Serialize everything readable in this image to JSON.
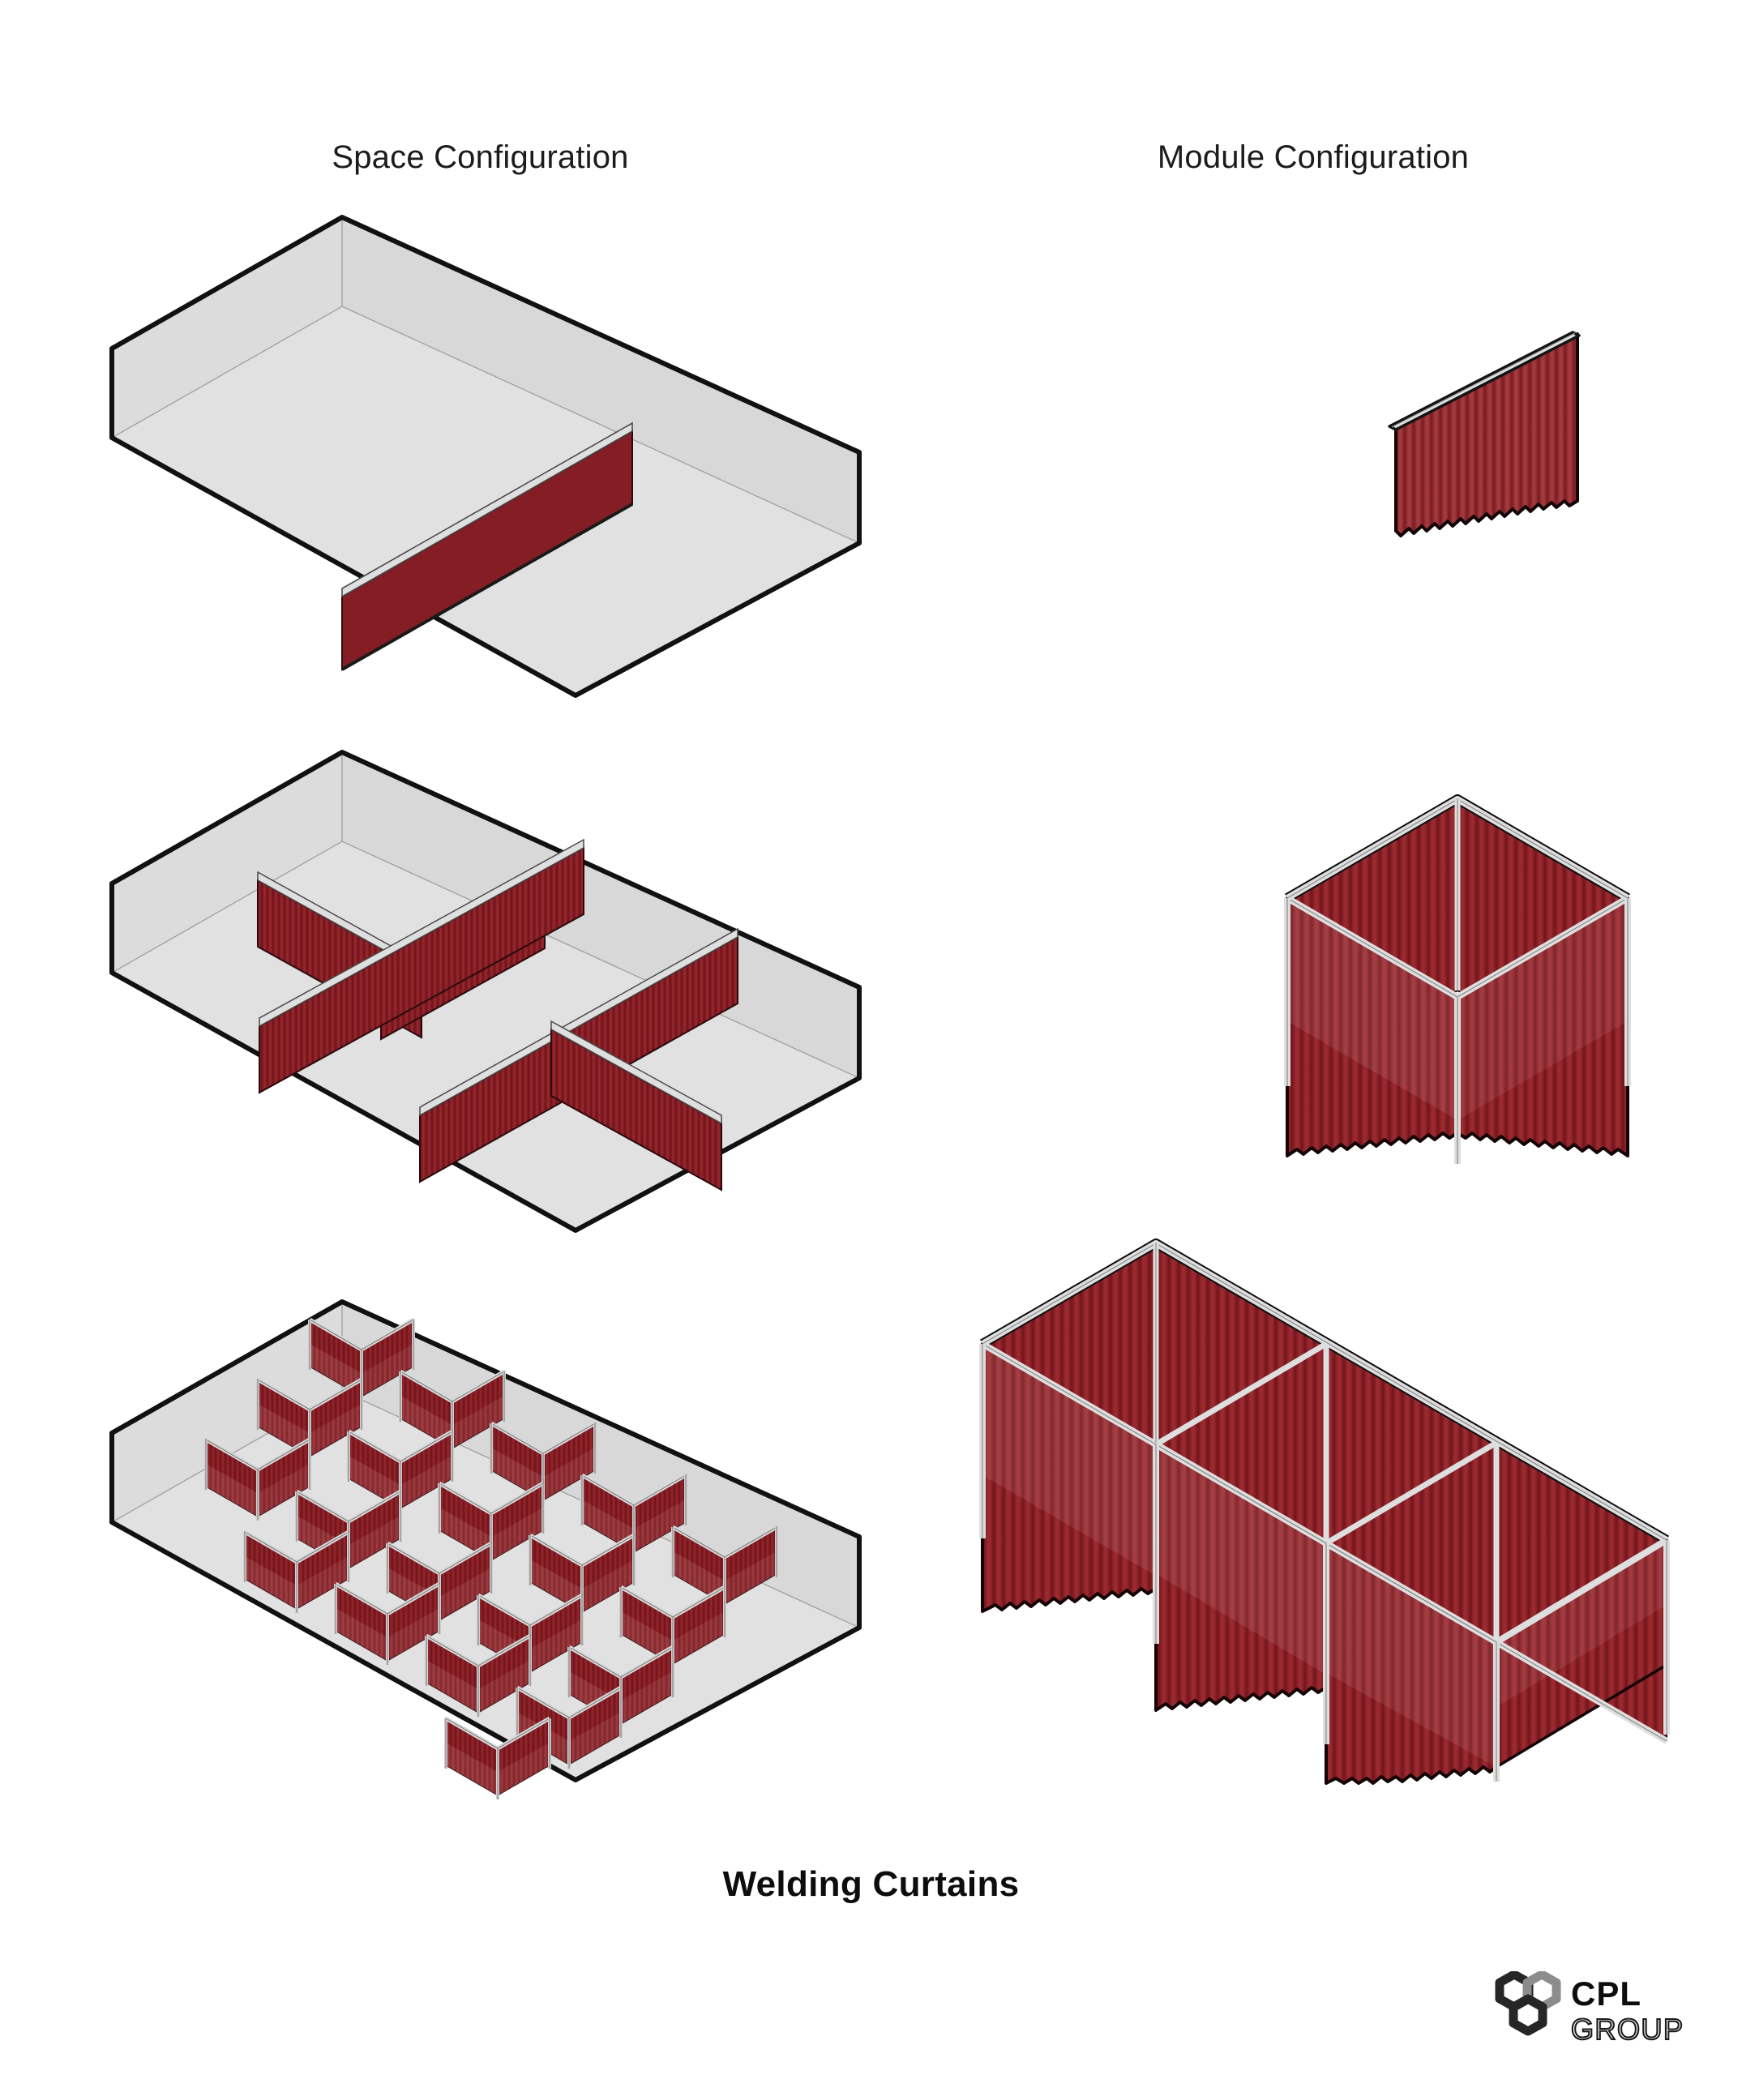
{
  "sheet": {
    "caption": "Welding Curtains",
    "background_color": "#FFFFFF"
  },
  "columns": [
    {
      "id": "space",
      "heading": "Space Configuration"
    },
    {
      "id": "module",
      "heading": "Module Configuration"
    }
  ],
  "palette": {
    "curtain_red": "#8E2026",
    "curtain_red_dark": "#6E1319",
    "curtain_red_light": "#A8494C",
    "curtain_red_inner": "#B05056",
    "frame_silver": "#D9D9D9",
    "frame_silver_dark": "#9A9A9A",
    "room_floor": "#E1E1E1",
    "room_wall": "#DCDCDC",
    "room_wall_shadow": "#D5D5D5",
    "outline_black": "#111111",
    "interior_line": "#9E9E9E",
    "text_color": "#1C1C1C"
  },
  "figures": [
    {
      "id": "space-1",
      "column": "space",
      "row": 1,
      "type": "room-isometric",
      "description": "Open room with a single straight run of welding curtain dividing the floor",
      "curtain_runs": 1,
      "modules": 0
    },
    {
      "id": "space-2",
      "column": "space",
      "row": 2,
      "type": "room-isometric",
      "description": "Open room with two crossing curtain runs forming an X partition layout",
      "curtain_runs": 4,
      "modules": 0
    },
    {
      "id": "space-3",
      "column": "space",
      "row": 3,
      "type": "room-isometric",
      "description": "Room filled with a dense grid of enclosed curtain booth modules",
      "curtain_runs": 0,
      "modules": 20
    },
    {
      "id": "module-1",
      "column": "module",
      "row": 1,
      "type": "module-isometric",
      "description": "Single welding curtain panel suspended from an overhead rail",
      "bays": 1,
      "walls": 1
    },
    {
      "id": "module-2",
      "column": "module",
      "row": 2,
      "type": "module-isometric",
      "description": "Single enclosed booth: four curtain walls on a free-standing frame",
      "bays": 1,
      "walls": 4
    },
    {
      "id": "module-3",
      "column": "module",
      "row": 3,
      "type": "module-isometric",
      "description": "Three-bay run of welding booths sharing a continuous frame",
      "bays": 3,
      "walls": 10
    }
  ],
  "logo": {
    "name_primary": "CPL",
    "name_secondary": "GROUP",
    "mark": "three-hexagon-cluster",
    "hex_colors": [
      "#262626",
      "#8C8C8C",
      "#262626"
    ]
  }
}
